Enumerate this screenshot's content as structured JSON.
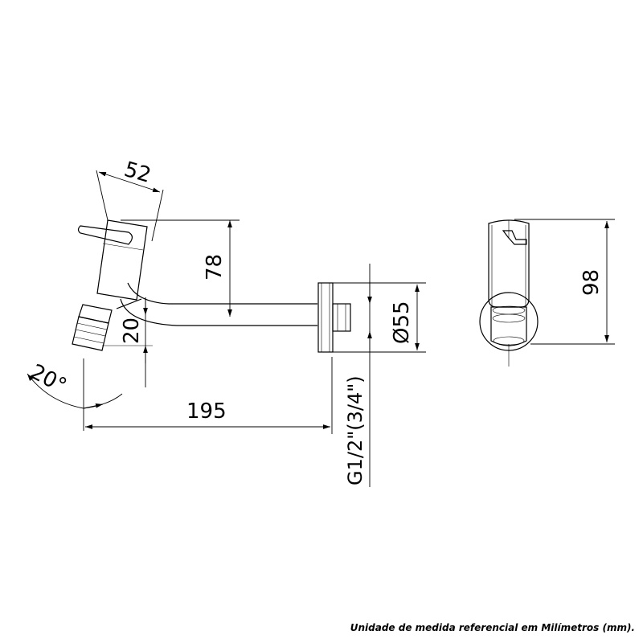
{
  "dimensions": {
    "top_width": "52",
    "handle_height": "78",
    "spout_offset": "20",
    "angle": "20°",
    "length": "195",
    "flange_diameter": "Ø55",
    "thread": "G1/2\"(3/4\")",
    "side_height": "98"
  },
  "footnote": "Unidade de medida referencial em Milímetros (mm)."
}
